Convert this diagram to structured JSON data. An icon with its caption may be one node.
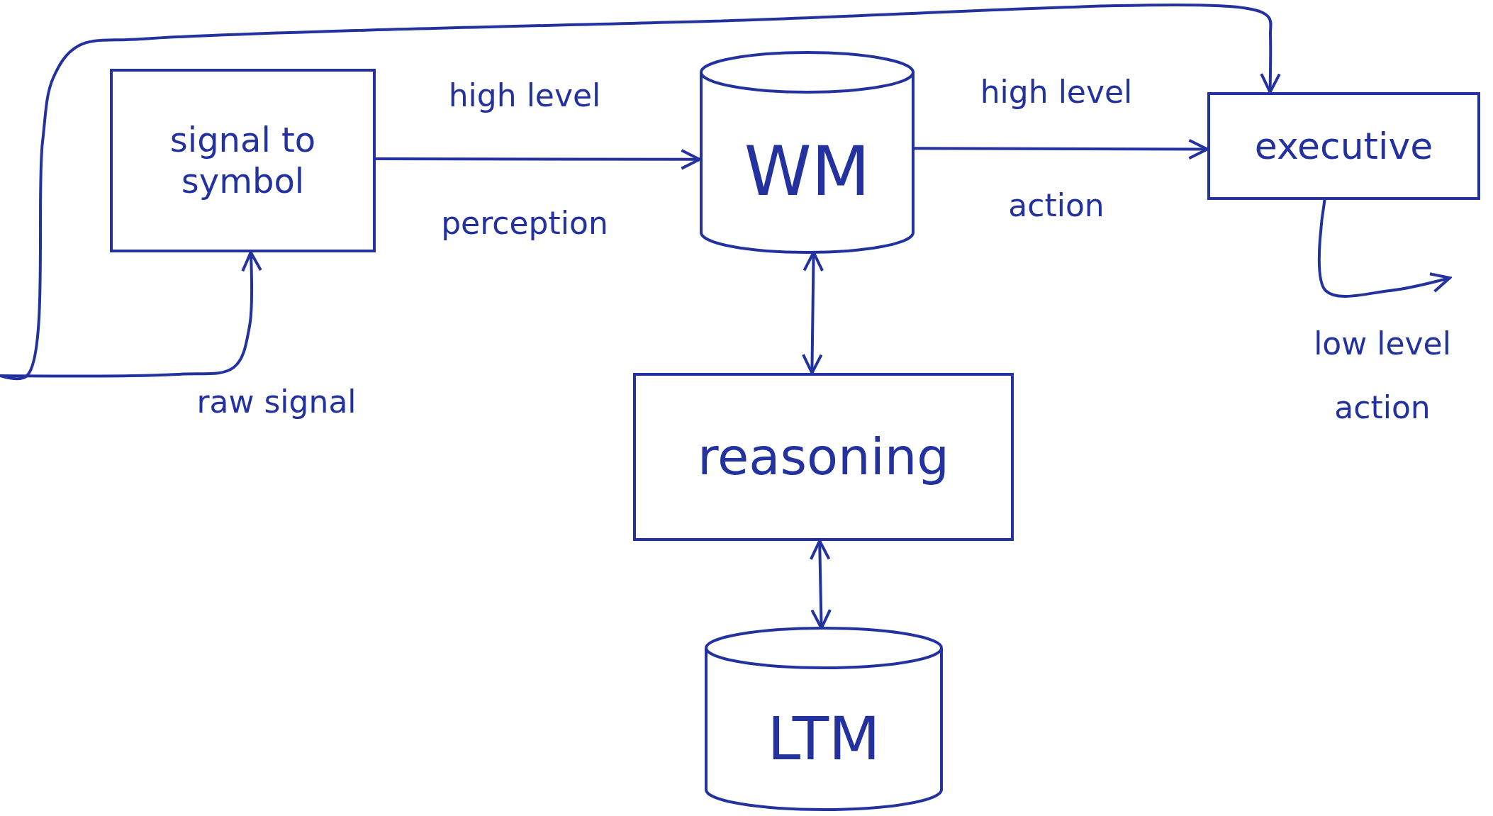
{
  "diagram": {
    "nodes": [
      {
        "text": [
          "signal to symbol"
        ]
      },
      {
        "text": [
          "WM"
        ]
      },
      {
        "text": [
          "executive"
        ]
      },
      {
        "text": [
          "reasoning"
        ]
      },
      {
        "text": [
          "LTM"
        ]
      }
    ],
    "edges": [
      {
        "from": 0,
        "to": 1,
        "arrow": "to",
        "label": "high level perception"
      },
      {
        "from": 1,
        "to": 2,
        "arrow": "to",
        "label": "high level action"
      },
      {
        "from": null,
        "to": 0,
        "arrow": "to",
        "label": "raw signal"
      },
      {
        "from": null,
        "to": 2,
        "arrow": "to"
      },
      {
        "from": 2,
        "to": null,
        "arrow": "to",
        "label": "low level action"
      },
      {
        "from": 1,
        "to": 3,
        "arrow": "both"
      },
      {
        "from": 3,
        "to": 4,
        "arrow": "both"
      }
    ]
  }
}
